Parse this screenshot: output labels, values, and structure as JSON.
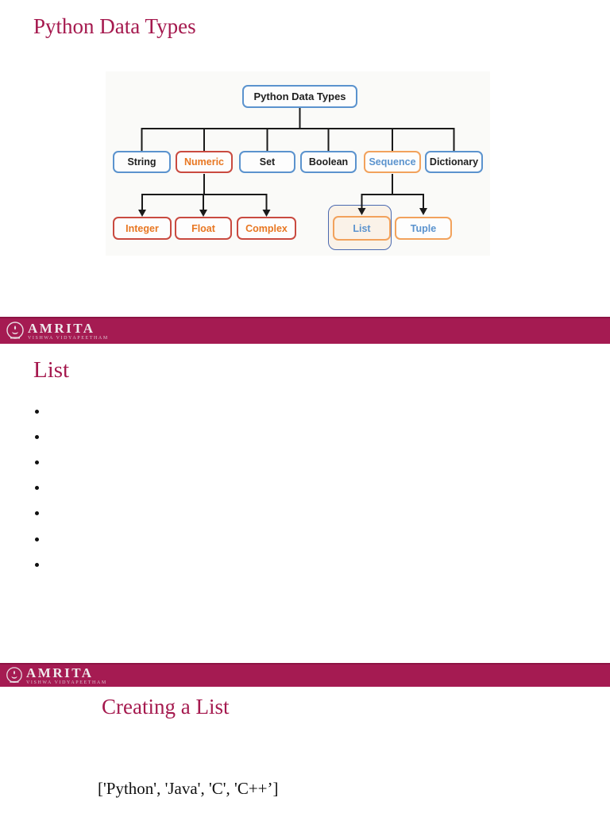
{
  "slide1": {
    "title": "Python Data Types"
  },
  "diagram": {
    "nodes": {
      "root": "Python Data Types",
      "string": "String",
      "numeric": "Numeric",
      "set": "Set",
      "boolean": "Boolean",
      "sequence": "Sequence",
      "dictionary": "Dictionary",
      "integer": "Integer",
      "float": "Float",
      "complex": "Complex",
      "list": "List",
      "tuple": "Tuple"
    },
    "hierarchy": {
      "root": "Python Data Types",
      "children": [
        "String",
        "Numeric",
        "Set",
        "Boolean",
        "Sequence",
        "Dictionary"
      ],
      "numeric_children": [
        "Integer",
        "Float",
        "Complex"
      ],
      "sequence_children": [
        "List",
        "Tuple"
      ]
    },
    "highlighted_node": "List"
  },
  "banner": {
    "brand": "AMRITA",
    "tagline": "VISHWA VIDYAPEETHAM"
  },
  "slide2": {
    "heading": "List",
    "bullets": [
      "",
      "",
      "",
      "",
      "",
      "",
      ""
    ]
  },
  "slide3": {
    "heading": "Creating a List",
    "code_line": "['Python', 'Java', 'C', 'C++’]"
  },
  "colors": {
    "accent_crimson": "#A5194E",
    "banner_bg": "#A51B52",
    "banner_top_border": "#8D1343",
    "node_blue_border": "#5B93CE",
    "node_red_border": "#C94A40",
    "node_orange_border": "#F2A25C",
    "node_orange_text": "#E87722",
    "node_blue_text": "#5B93CE",
    "highlight_border": "#4A69B0",
    "highlight_fill": "#FAF2E8",
    "connector": "#1A1A1A"
  }
}
